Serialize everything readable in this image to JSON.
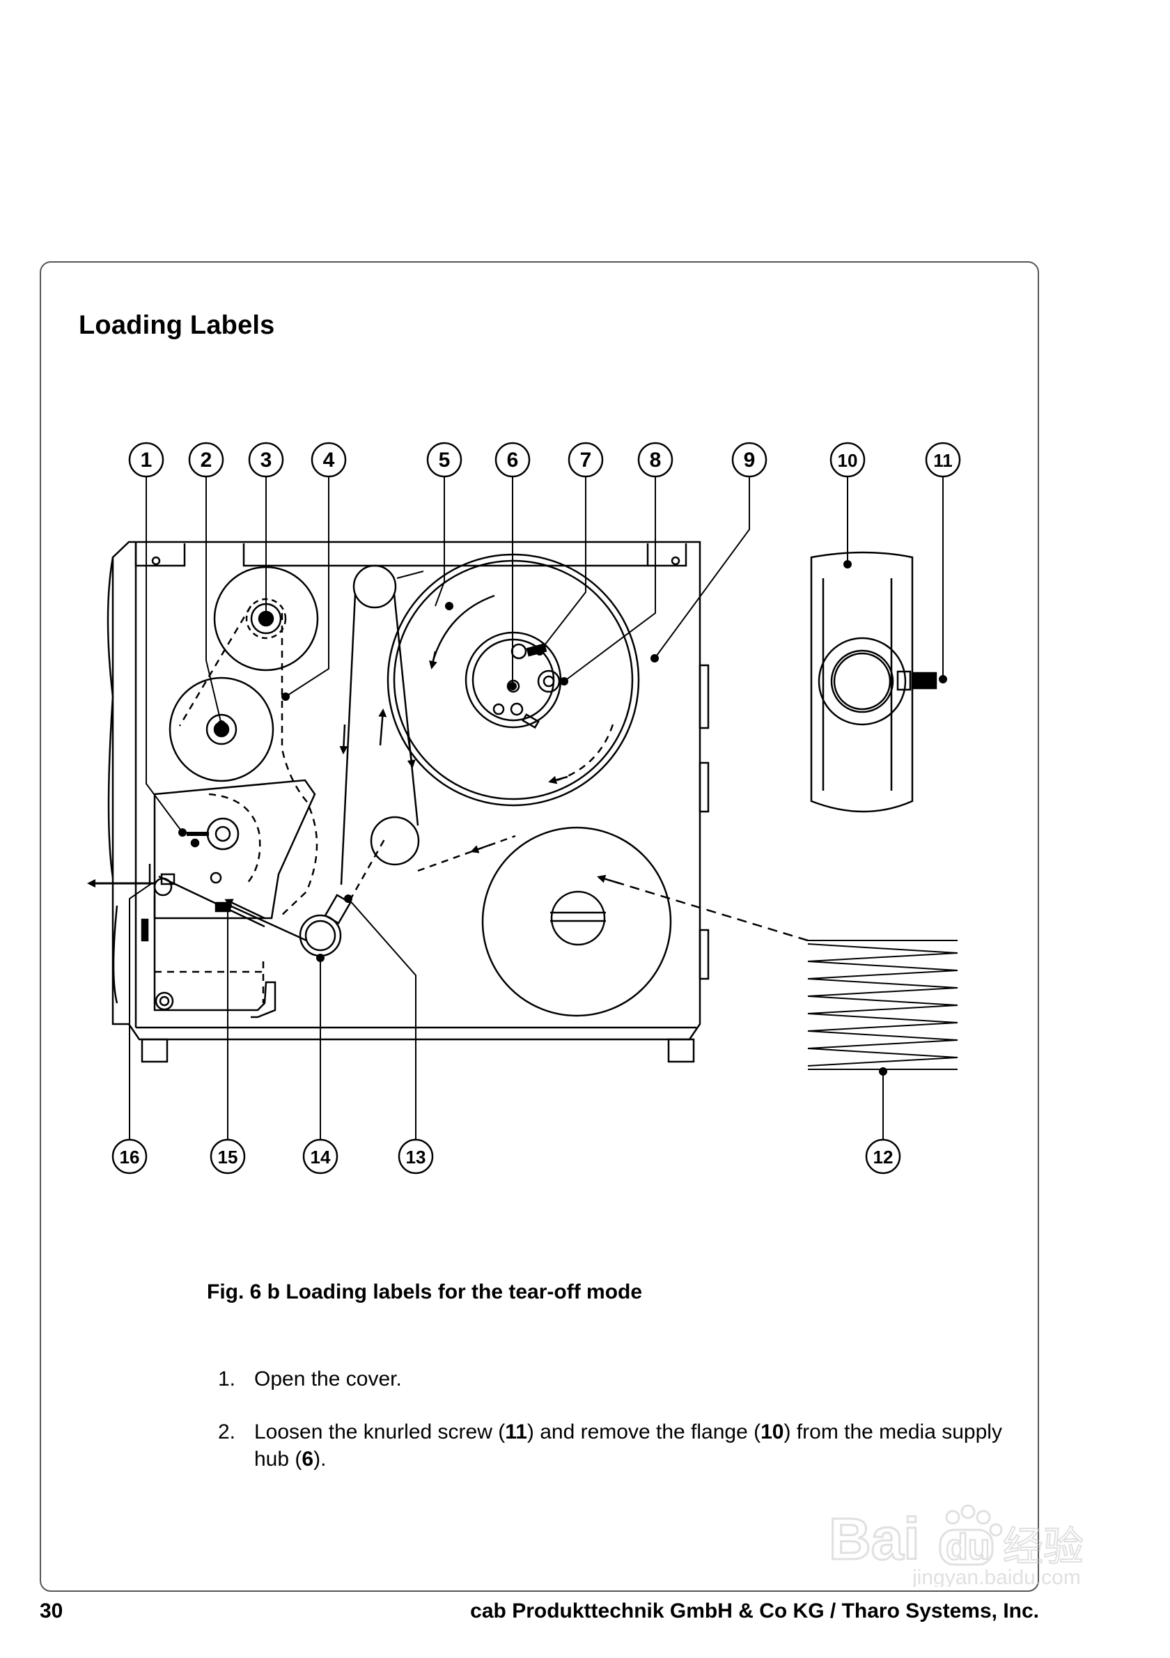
{
  "title": "Loading Labels",
  "figure": {
    "callouts_top": [
      "1",
      "2",
      "3",
      "4",
      "5",
      "6",
      "7",
      "8",
      "9",
      "10",
      "11"
    ],
    "callouts_bottom": [
      "16",
      "15",
      "14",
      "13",
      "12"
    ]
  },
  "caption": "Fig. 6 b  Loading labels for the tear-off mode",
  "steps": [
    {
      "num": "1.",
      "pre": "Open the cover.",
      "parts": []
    },
    {
      "num": "2.",
      "pre": "Loosen the knurled screw (",
      "parts": [
        {
          "b": "11",
          "t": ") and remove the flange ("
        },
        {
          "b": "10",
          "t": ") from the media supply hub ("
        },
        {
          "b": "6",
          "t": ")."
        }
      ]
    }
  ],
  "footer": {
    "page": "30",
    "company": "cab Produkttechnik GmbH  & Co KG / Tharo Systems, Inc."
  },
  "watermark": {
    "text": "Bai",
    "icon": "paw-print-icon",
    "text2": "du",
    "cn": "经验",
    "url": "jingyan.baidu.com"
  },
  "colors": {
    "ink": "#000000",
    "frame": "#555555",
    "watermark": "#c8c8c8"
  }
}
